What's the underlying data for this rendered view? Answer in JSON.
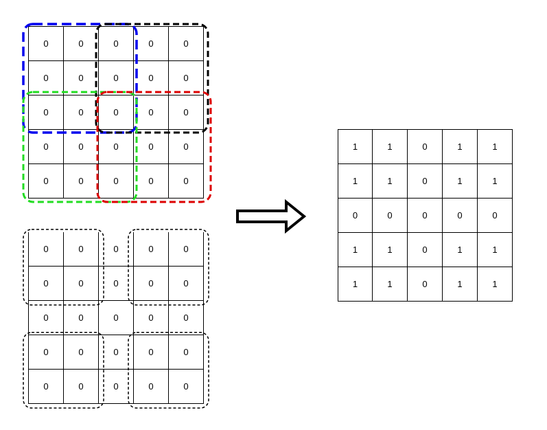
{
  "top_grid": [
    [
      "0",
      "0",
      "0",
      "0",
      "0"
    ],
    [
      "0",
      "0",
      "0",
      "0",
      "0"
    ],
    [
      "0",
      "0",
      "0",
      "0",
      "0"
    ],
    [
      "0",
      "0",
      "0",
      "0",
      "0"
    ],
    [
      "0",
      "0",
      "0",
      "0",
      "0"
    ]
  ],
  "bottom_grid": [
    [
      "0",
      "0",
      "0",
      "0",
      "0"
    ],
    [
      "0",
      "0",
      "0",
      "0",
      "0"
    ],
    [
      "0",
      "0",
      "0",
      "0",
      "0"
    ],
    [
      "0",
      "0",
      "0",
      "0",
      "0"
    ],
    [
      "0",
      "0",
      "0",
      "0",
      "0"
    ]
  ],
  "result_grid": [
    [
      "1",
      "1",
      "0",
      "1",
      "1"
    ],
    [
      "1",
      "1",
      "0",
      "1",
      "1"
    ],
    [
      "0",
      "0",
      "0",
      "0",
      "0"
    ],
    [
      "1",
      "1",
      "0",
      "1",
      "1"
    ],
    [
      "1",
      "1",
      "0",
      "1",
      "1"
    ]
  ],
  "colors": {
    "blue_region": "#0000ee",
    "black_region": "#000000",
    "green_region": "#22dd22",
    "red_region": "#dd0000"
  }
}
